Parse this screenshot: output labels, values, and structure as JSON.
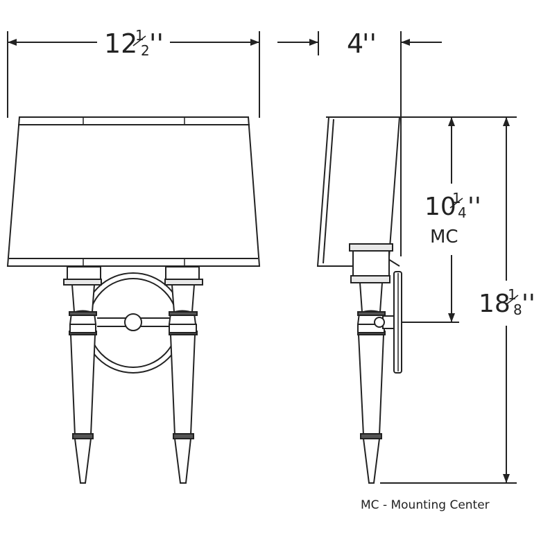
{
  "dimensions": {
    "width": {
      "whole": "12",
      "frac_num": "1",
      "frac_den": "2",
      "unit": "''"
    },
    "depth": {
      "whole": "4",
      "unit": "''"
    },
    "mounting_height": {
      "whole": "10",
      "frac_num": "1",
      "frac_den": "4",
      "unit": "''",
      "note": "MC"
    },
    "height": {
      "whole": "18",
      "frac_num": "1",
      "frac_den": "8",
      "unit": "''"
    }
  },
  "legend": "MC - Mounting Center"
}
